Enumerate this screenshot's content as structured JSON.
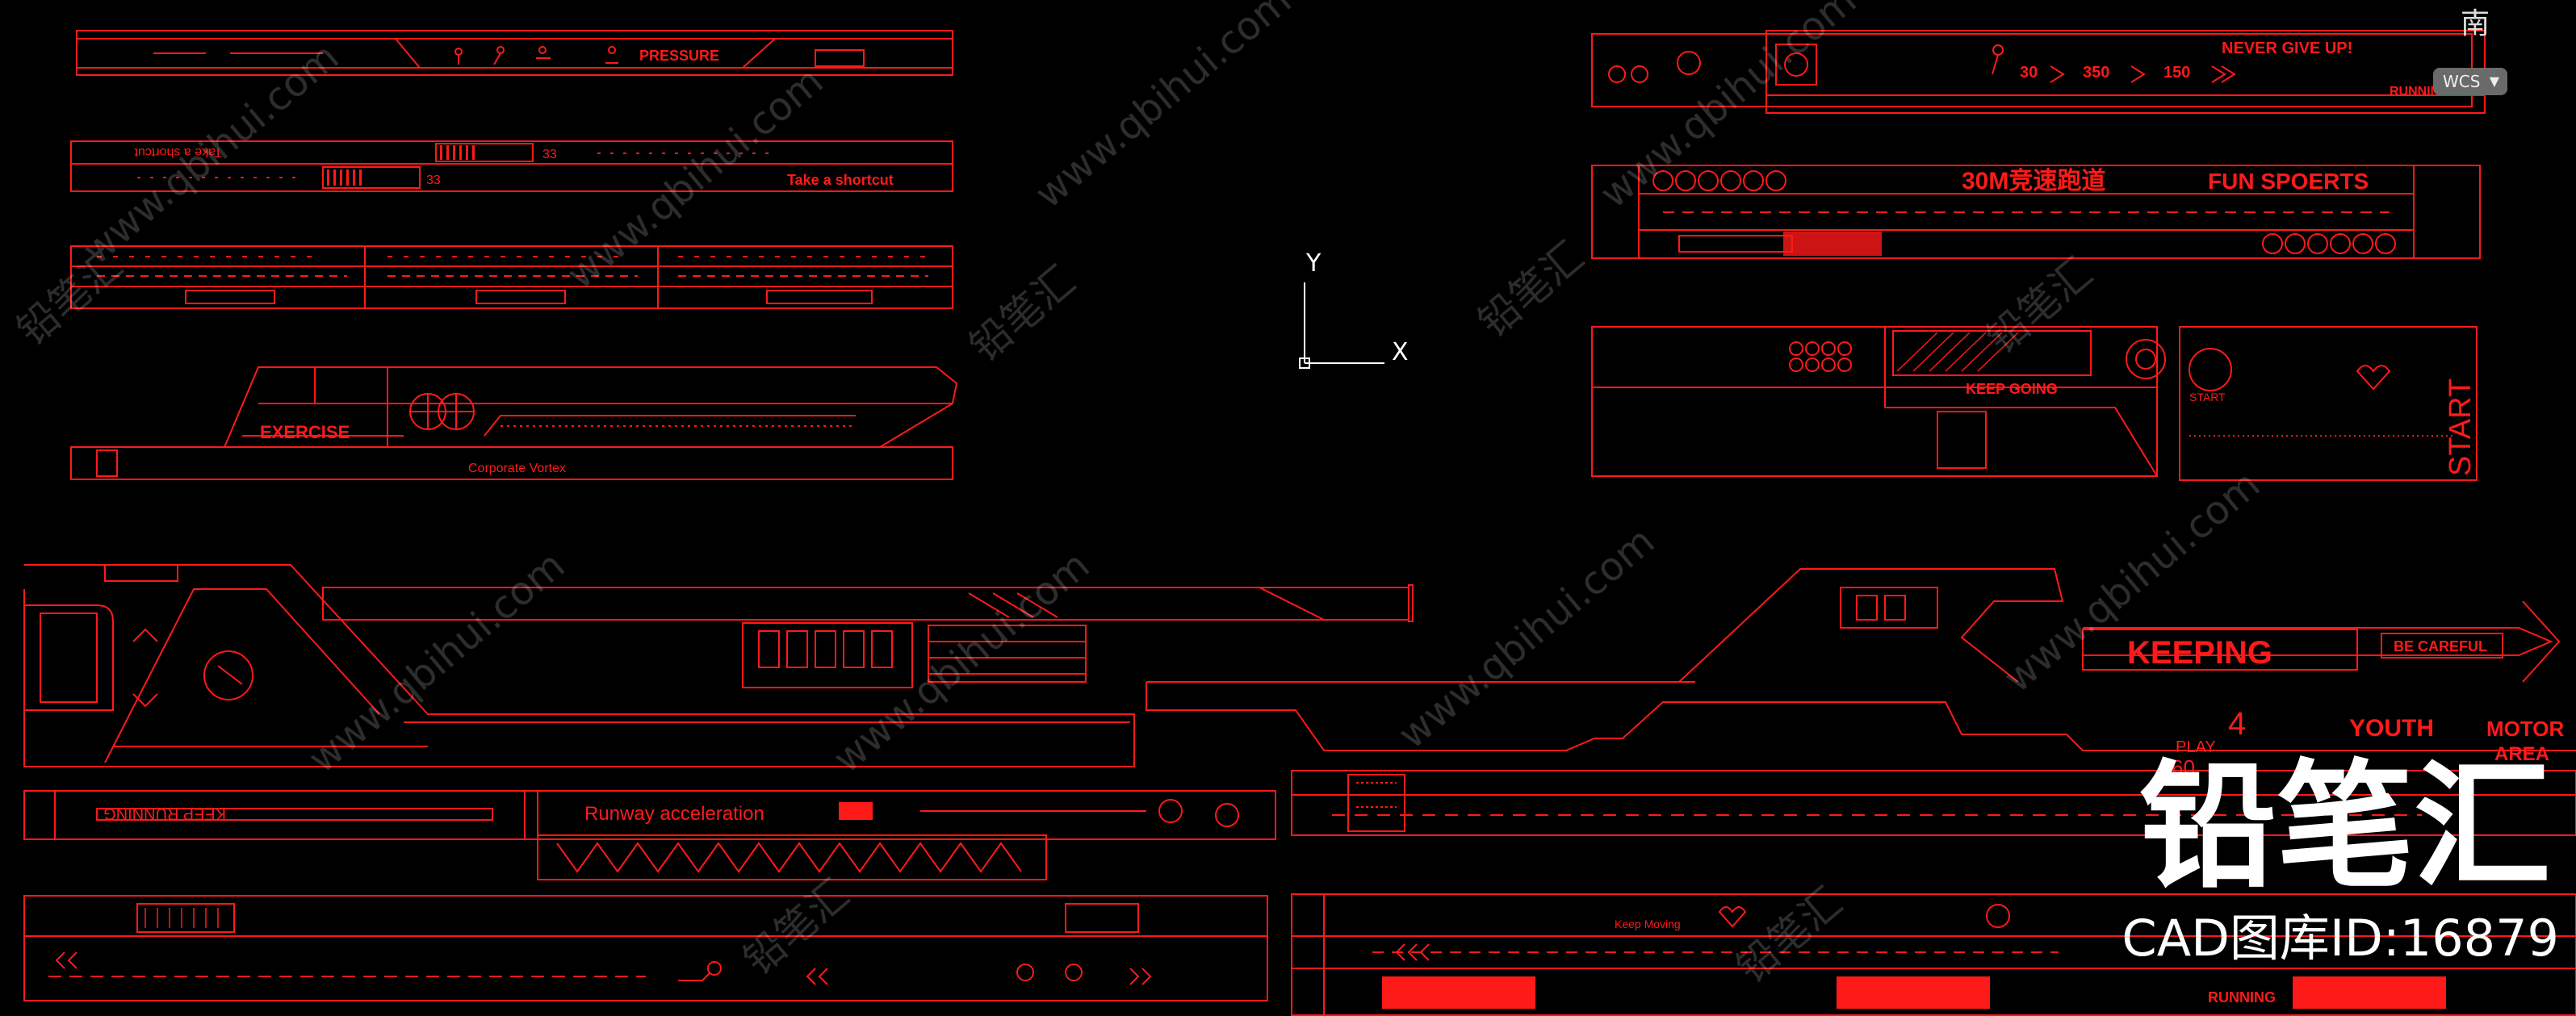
{
  "viewport": {
    "ucs": {
      "y_label": "Y",
      "x_label": "X"
    },
    "compass": {
      "north_label": "南"
    },
    "wcs": {
      "label": "WCS",
      "chevron": "chevron-down-icon"
    }
  },
  "watermark": {
    "brand": "铅笔汇",
    "cad_id": "CAD图库ID:16879",
    "url_text": "www.qbihui.com",
    "logo_text": "铅笔汇"
  },
  "drawings": {
    "d1": {
      "label": "PRESSURE"
    },
    "d2": {
      "label_top": "Take a shortcut",
      "label_bottom": "Take a shortcut",
      "num_a": "33",
      "num_b": "33"
    },
    "d4": {
      "label": "EXERCISE",
      "label_bottom": "Corporate Vortex"
    },
    "d5": {
      "top_text": "NEVER GIVE UP!",
      "run": "RUNNING",
      "n1": "30",
      "n2": "350",
      "n3": "150"
    },
    "d6": {
      "title_cn": "30M竞速跑道",
      "title_en": "FUN SPOERTS"
    },
    "d7": {
      "label": "KEEP GOING",
      "start": "START",
      "start_side": "START"
    },
    "d8": {
      "label": "Runway acceleration",
      "mirror_label": "KEEP RUNNING"
    },
    "d10": {
      "keeping": "KEEPING",
      "careful": "BE CAREFUL",
      "youth": "YOUTH",
      "motor": "MOTOR",
      "area": "AREA",
      "play": "PLAY",
      "n_play": "60",
      "four": "4"
    },
    "d11": {
      "running": "RUNNING",
      "keep_moving": "Keep Moving"
    }
  },
  "colors": {
    "line": "#ff1a1a",
    "background": "#000000",
    "ucs": "#ffffff",
    "watermark": "#ffffff"
  }
}
